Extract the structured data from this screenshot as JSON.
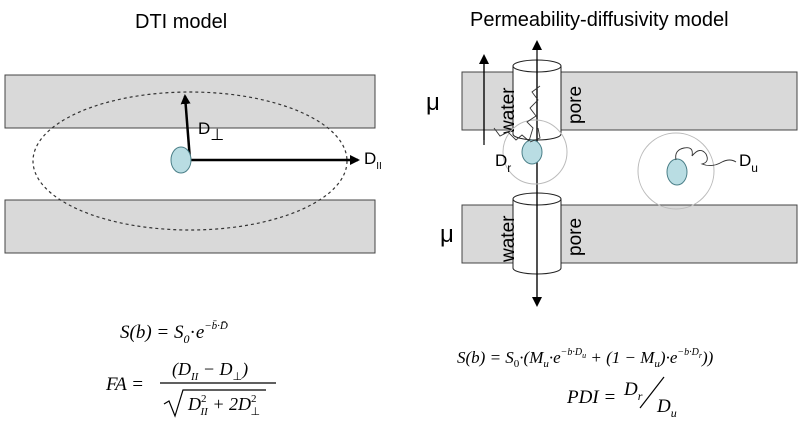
{
  "left_panel": {
    "title": "DTI model",
    "d_perp": {
      "main": "D",
      "sub": "⊥"
    },
    "d_par": {
      "main": "D",
      "sub": "II"
    },
    "formula_signal": {
      "lhs": "S(b) = S",
      "lhs_sub": "0",
      "dot": "·",
      "base": "e",
      "exponent": "−b̄·D̄"
    },
    "formula_fa": {
      "lhs": "FA =",
      "numerator": "(D",
      "numerator_sub1": "II",
      "numerator_mid": " − D",
      "numerator_sub2": "⊥",
      "numerator_end": ")",
      "denominator": "D",
      "den_sup1": "2",
      "den_sub1": "II",
      "den_mid": " + 2D",
      "den_sup2": "2",
      "den_sub2": "⊥"
    }
  },
  "right_panel": {
    "title": "Permeability-diffusivity model",
    "mu_top": "μ",
    "mu_bottom": "μ",
    "water_top": "water",
    "pore_top": "pore",
    "water_bottom": "water",
    "pore_bottom": "pore",
    "d_r": {
      "main": "D",
      "sub": "r"
    },
    "d_u": {
      "main": "D",
      "sub": "u"
    },
    "formula_signal": {
      "lhs": "S(b) = S",
      "lhs_sub": "0",
      "part1": "·(M",
      "sub_u1": "u",
      "part2": "·e",
      "exp1": "−b·D",
      "exp1_sub": "u",
      "part3": " + (1 − M",
      "sub_u2": "u",
      "part4": ")·e",
      "exp2": "−b·D",
      "exp2_sub": "r",
      "part5": "))"
    },
    "formula_pdi": {
      "lhs": "PDI =",
      "num": "D",
      "num_sub": "r",
      "den": "D",
      "den_sub": "u"
    }
  },
  "colors": {
    "membrane_fill": "#d9d9d9",
    "cell_fill": "#b9dde3",
    "cell_stroke": "#4b7f88",
    "line": "#000000",
    "circle_stroke": "#bbbbbb"
  }
}
